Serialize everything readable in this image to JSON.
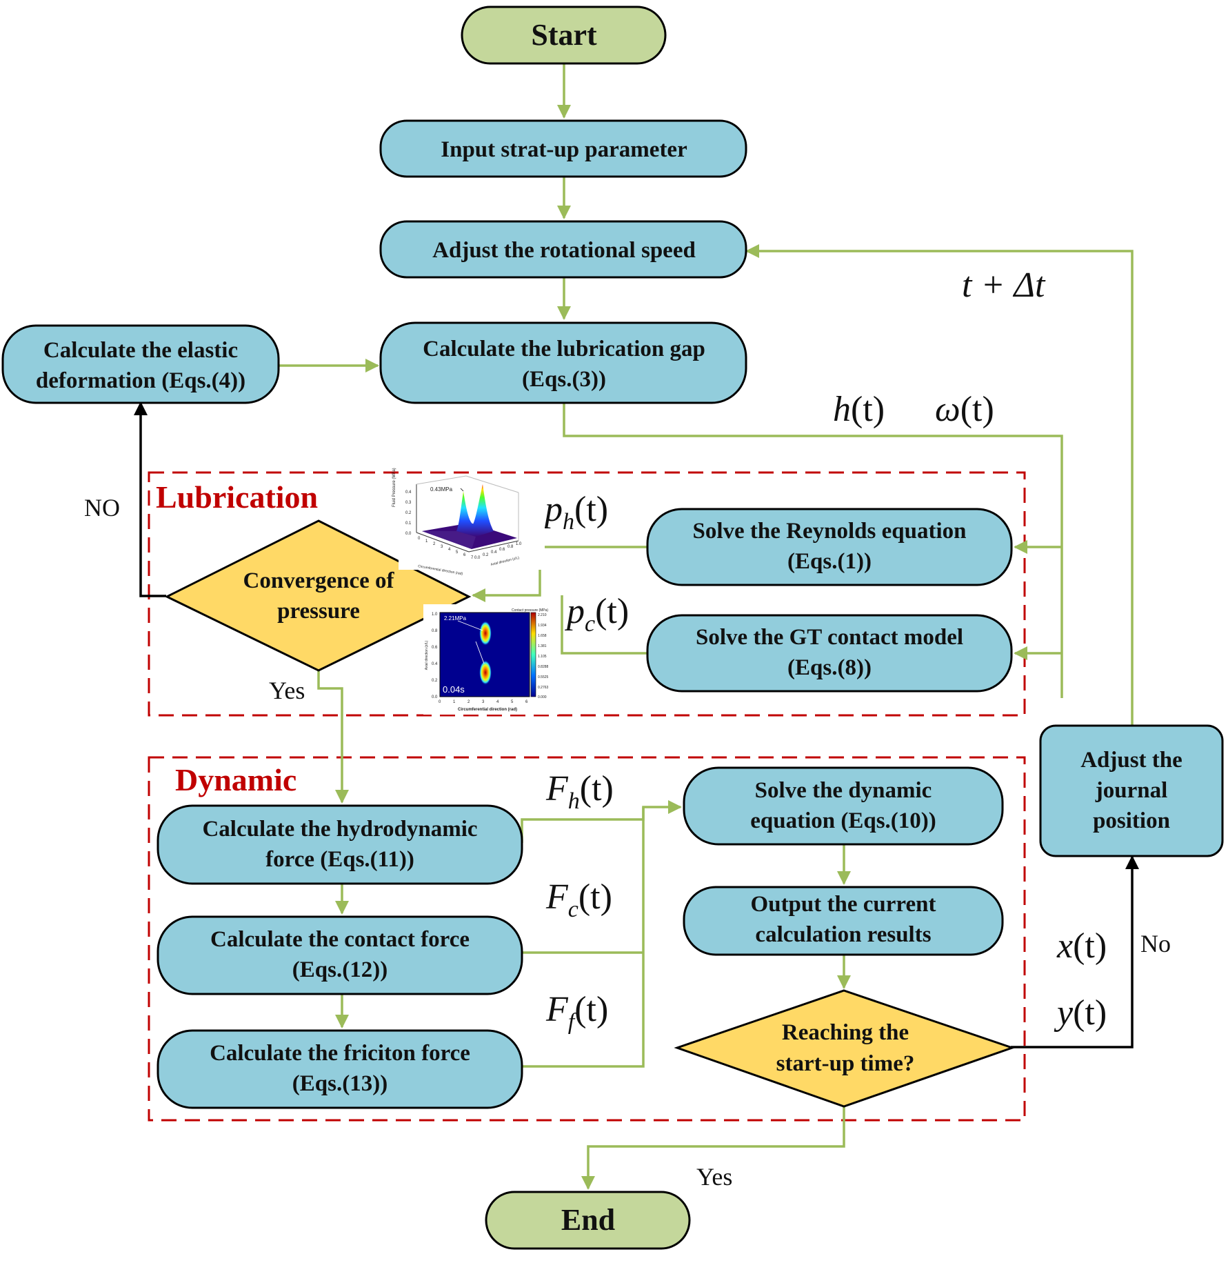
{
  "colors": {
    "process_fill": "#92cddc",
    "terminal_fill": "#c4d79b",
    "decision_fill": "#ffd966",
    "connector": "#9bbb59",
    "region_border": "#c00000",
    "outline": "#000000"
  },
  "nodes": {
    "start": "Start",
    "input": "Input strat-up parameter",
    "adjust_speed": "Adjust the rotational speed",
    "lub_gap": [
      "Calculate the lubrication gap",
      "(Eqs.(3))"
    ],
    "elastic": [
      "Calculate the elastic",
      "deformation (Eqs.(4))"
    ],
    "reynolds": [
      "Solve the Reynolds equation",
      "(Eqs.(1))"
    ],
    "gt_contact": [
      "Solve the GT contact model",
      "(Eqs.(8))"
    ],
    "convergence": [
      "Convergence of",
      "pressure"
    ],
    "hydrodynamic": [
      "Calculate the hydrodynamic",
      "force (Eqs.(11))"
    ],
    "contact_force": [
      "Calculate the contact force",
      "(Eqs.(12))"
    ],
    "friction": [
      "Calculate the friciton force",
      "(Eqs.(13))"
    ],
    "dynamic_eq": [
      "Solve the dynamic",
      "equation (Eqs.(10))"
    ],
    "output": [
      "Output the current",
      "calculation results"
    ],
    "reaching": [
      "Reaching the",
      "start-up time?"
    ],
    "adjust_journal": [
      "Adjust the",
      "journal",
      "position"
    ],
    "end": "End"
  },
  "regions": {
    "lubrication": "Lubrication",
    "dynamic": "Dynamic"
  },
  "branch_labels": {
    "no_upper": "NO",
    "yes_convergence": "Yes",
    "no_lower": "No",
    "yes_end": "Yes"
  },
  "variables": {
    "t_dt": {
      "base": "t + Δt",
      "sub": ""
    },
    "h_t": {
      "base": "h",
      "sub": "",
      "arg": "(t)"
    },
    "omega_t": {
      "base": "ω",
      "sub": "",
      "arg": "(t)"
    },
    "p_h": {
      "base": "p",
      "sub": "h",
      "arg": "(t)"
    },
    "p_c": {
      "base": "p",
      "sub": "c",
      "arg": "(t)"
    },
    "F_h": {
      "base": "F",
      "sub": "h",
      "arg": "(t)"
    },
    "F_c": {
      "base": "F",
      "sub": "c",
      "arg": "(t)"
    },
    "F_f": {
      "base": "F",
      "sub": "f",
      "arg": "(t)"
    },
    "x_t": {
      "base": "x",
      "sub": "",
      "arg": "(t)"
    },
    "y_t": {
      "base": "y",
      "sub": "",
      "arg": "(t)"
    }
  },
  "inset_fluid": {
    "zlabel": "Fluid Pressure (MPa)",
    "peak_label": "0.43MPa",
    "z_ticks": [
      "0.4",
      "0.3",
      "0.2",
      "0.1",
      "0.0"
    ],
    "x_ticks": [
      "0",
      "1",
      "2",
      "3",
      "4",
      "5",
      "6",
      "7"
    ],
    "y_ticks": [
      "0.0",
      "0.2",
      "0.4",
      "0.6",
      "0.8",
      "1.0"
    ],
    "xlabel": "Circumferential direction (rad)",
    "ylabel": "Axial direction (z/L)"
  },
  "inset_contact": {
    "title": "Contact pressure (MPa)",
    "peak_label": "2.21MPa",
    "time_label": "0.04s",
    "ylabel": "Axial direction (z/L)",
    "xlabel": "Circumferential direction (rad)",
    "y_ticks": [
      "1.0",
      "0.8",
      "0.6",
      "0.4",
      "0.2",
      "0.0"
    ],
    "x_ticks": [
      "0",
      "1",
      "2",
      "3",
      "4",
      "5",
      "6"
    ],
    "colorbar_ticks": [
      "2.210",
      "1.934",
      "1.658",
      "1.381",
      "1.105",
      "0.8288",
      "0.5525",
      "0.2763",
      "0.000"
    ]
  }
}
